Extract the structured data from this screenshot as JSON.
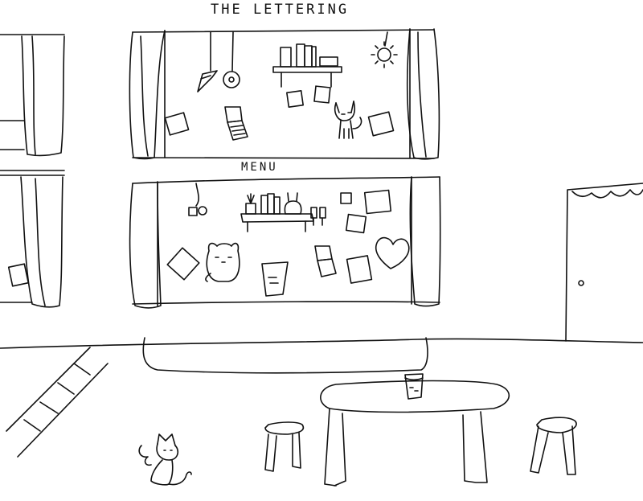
{
  "scene": {
    "sign_top": "THE LETTERING",
    "sign_middle": "MENU",
    "stroke_color": "#111111",
    "background_color": "#ffffff"
  },
  "window_top": {
    "items": [
      "pendant-crystal",
      "pendant-ball",
      "book-shelf",
      "sun-decoration",
      "sticker-note",
      "photo-frame",
      "laptop",
      "cat-figure",
      "note-card"
    ]
  },
  "window_middle": {
    "items": [
      "hanging-charm",
      "plant-pot",
      "book-shelf",
      "bunny-figure",
      "key-tags",
      "sticker-frame",
      "photo-frame",
      "hamster-figure",
      "diamond-card",
      "snack-bag",
      "laptop",
      "note-card",
      "heart-card"
    ]
  },
  "room": {
    "objects": [
      "door",
      "ladder",
      "table",
      "left-stool",
      "right-stool",
      "cup",
      "cat"
    ]
  }
}
